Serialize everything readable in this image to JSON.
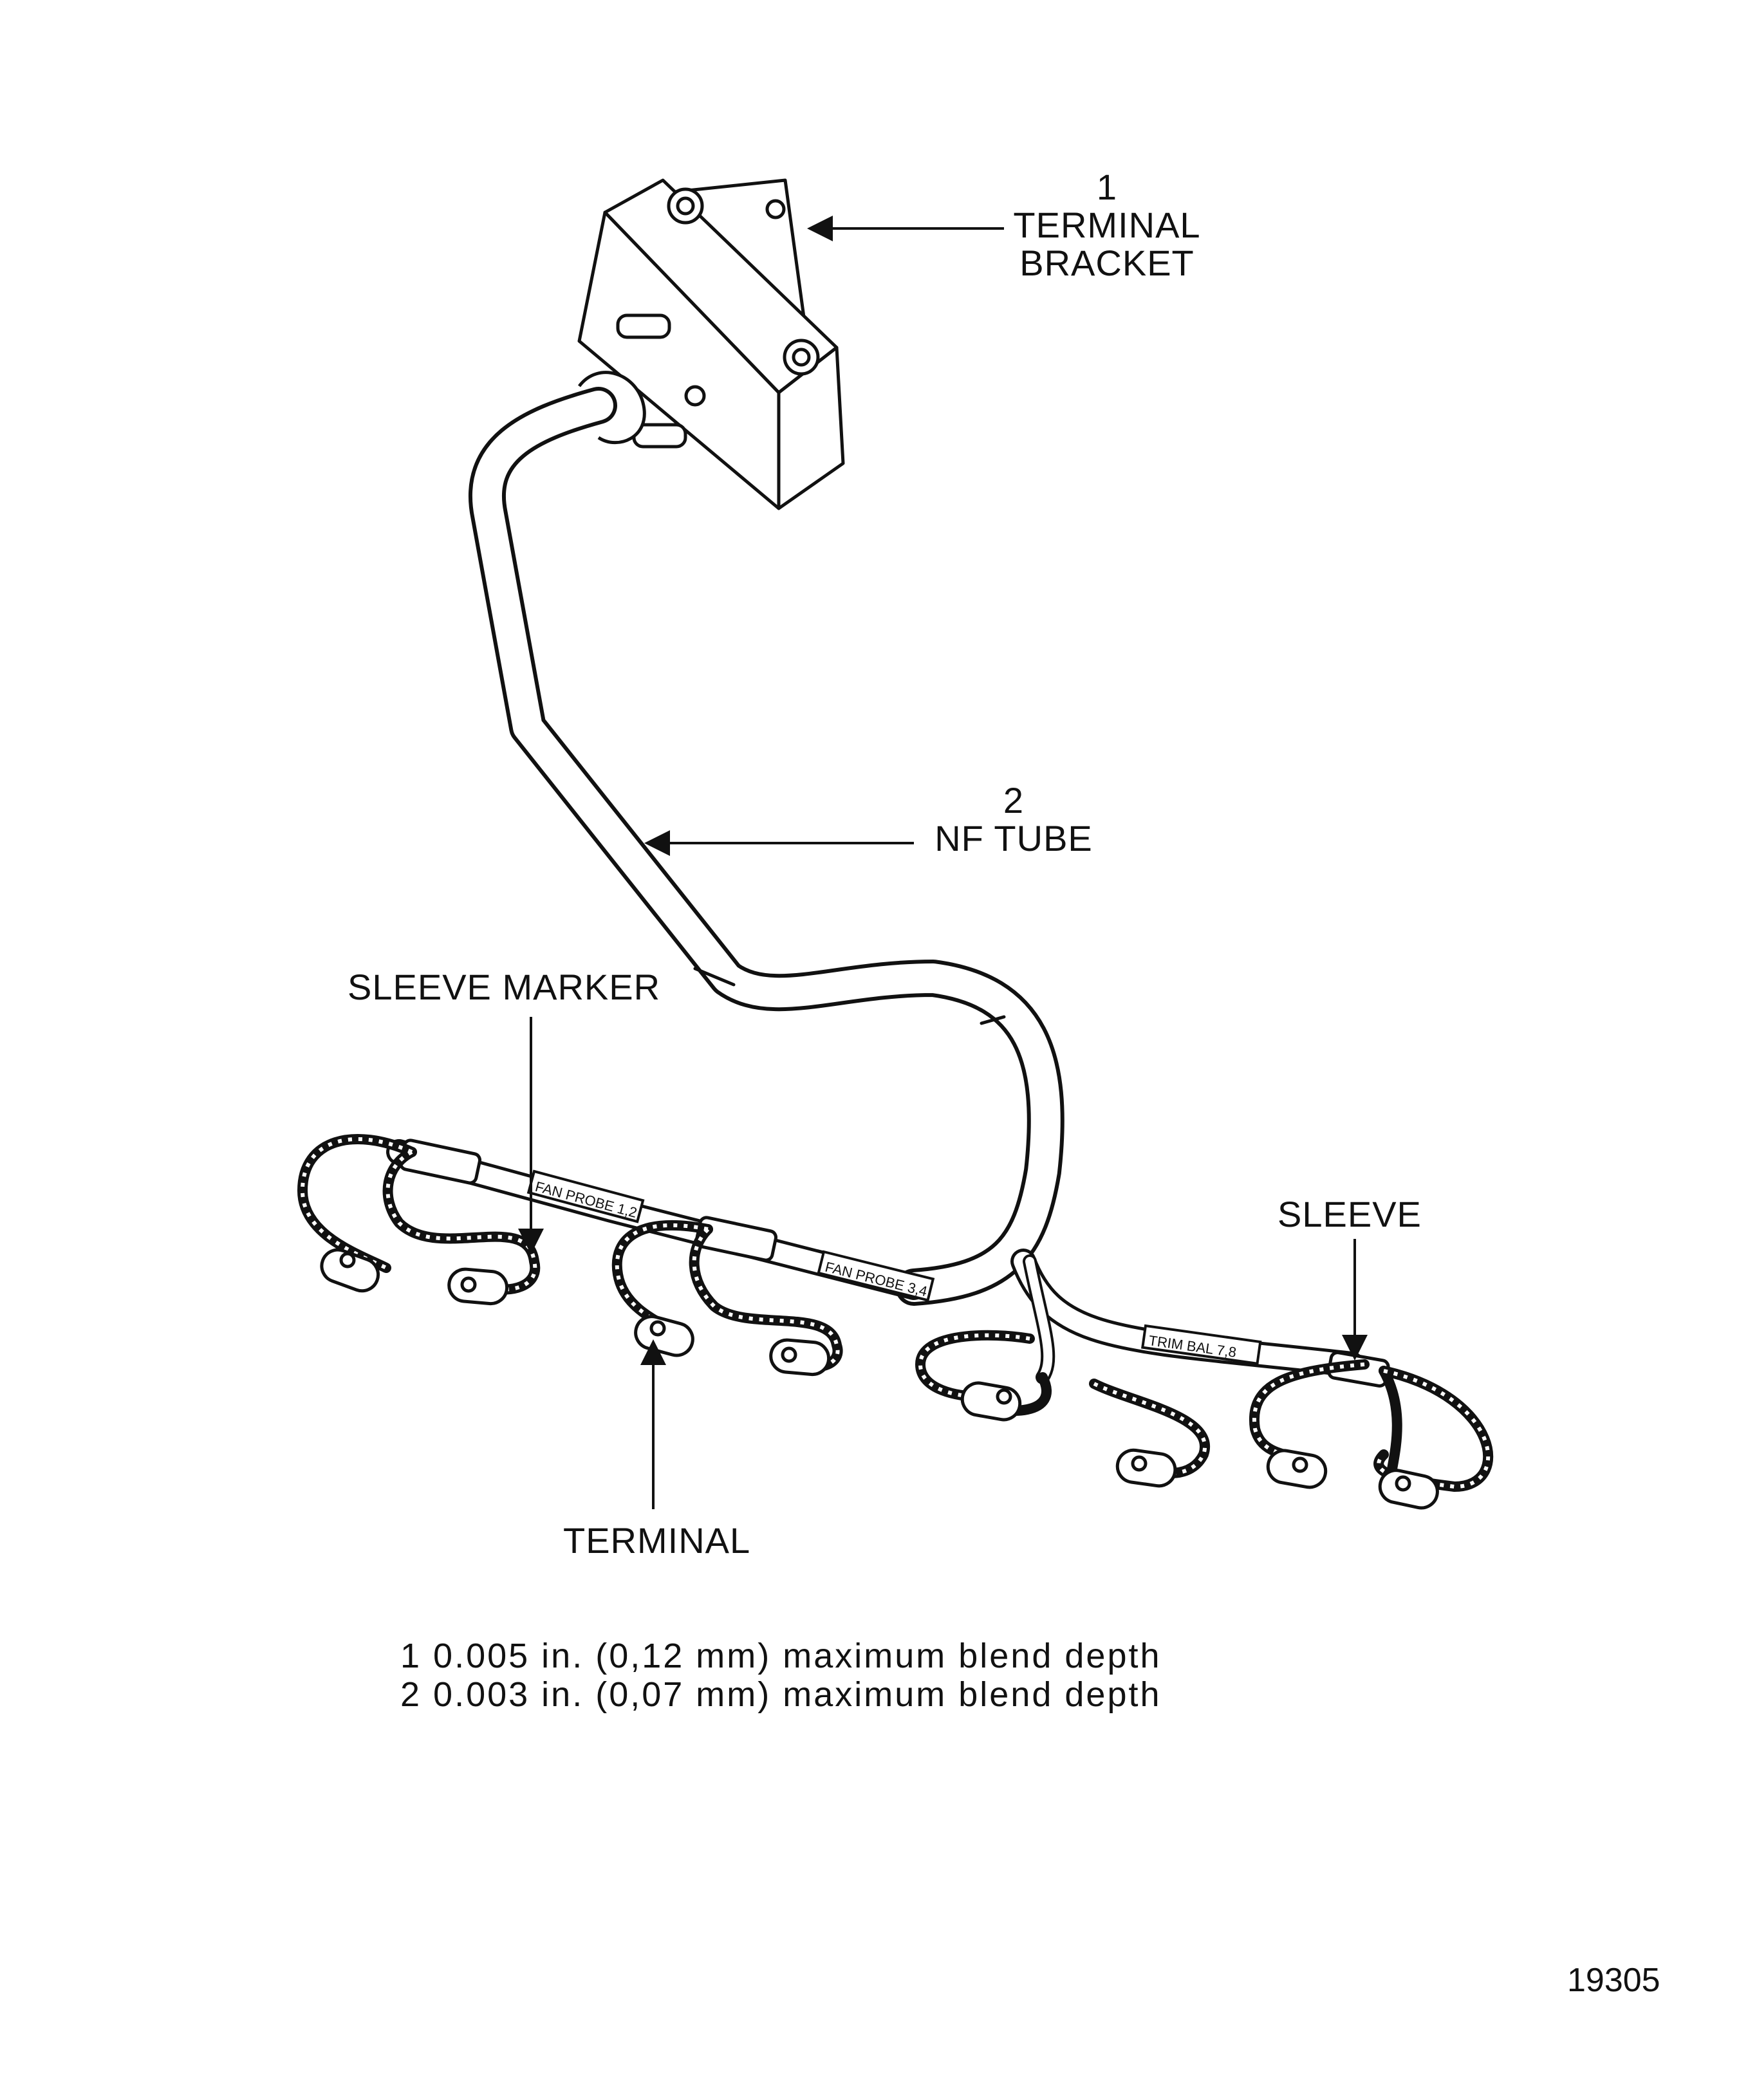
{
  "callouts": {
    "terminal_bracket": {
      "number": "1",
      "line1": "TERMINAL",
      "line2": "BRACKET"
    },
    "nf_tube": {
      "number": "2",
      "line1": "NF TUBE"
    },
    "sleeve_marker": "SLEEVE MARKER",
    "sleeve": "SLEEVE",
    "terminal": "TERMINAL"
  },
  "sleeve_labels": {
    "fan_probe_12": "FAN PROBE 1,2",
    "fan_probe_34": "FAN PROBE 3,4",
    "trim_bal_78": "TRIM BAL 7,8"
  },
  "notes": [
    "1 0.005 in. (0,12 mm) maximum blend depth",
    "2 0.003 in. (0,07 mm) maximum blend depth"
  ],
  "figure_number": "19305",
  "colors": {
    "ink": "#111111",
    "background": "#ffffff"
  }
}
